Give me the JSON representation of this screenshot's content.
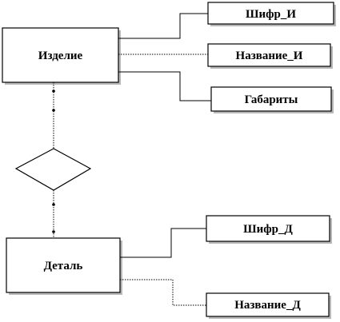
{
  "diagram": {
    "entities": {
      "product": {
        "label": "Изделие"
      },
      "part": {
        "label": "Деталь"
      }
    },
    "attributes": {
      "product_code": {
        "label": "Шифр_И"
      },
      "product_name": {
        "label": "Название_И"
      },
      "dimensions": {
        "label": "Габариты"
      },
      "part_code": {
        "label": "Шифр_Д"
      },
      "part_name": {
        "label": "Название_Д"
      }
    },
    "relationship": {
      "label": ""
    }
  }
}
